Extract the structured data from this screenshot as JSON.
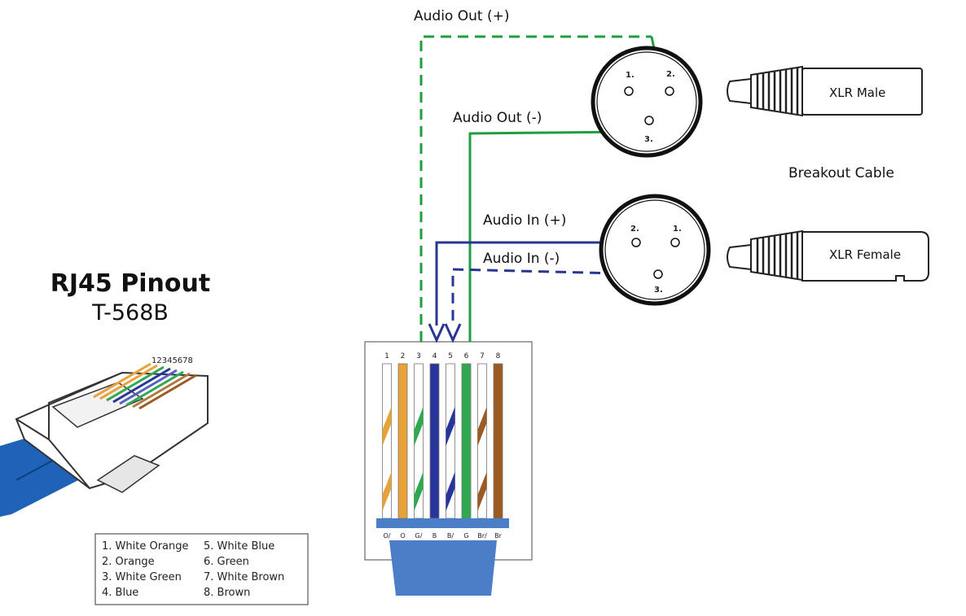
{
  "title": {
    "main": "RJ45 Pinout",
    "standard": "T-568B"
  },
  "plug_pin_numbers": "12345678",
  "legend": {
    "items": [
      "1. White Orange",
      "2. Orange",
      "3. White Green",
      "4. Blue",
      "5. White Blue",
      "6. Green",
      "7. White Brown",
      "8. Brown"
    ]
  },
  "connector": {
    "pin_numbers": [
      "1",
      "2",
      "3",
      "4",
      "5",
      "6",
      "7",
      "8"
    ],
    "pin_codes": [
      "O/",
      "O",
      "G/",
      "B",
      "B/",
      "G",
      "Br/",
      "Br"
    ],
    "wires": [
      {
        "base": "#ffffff",
        "stripe": "#e8a23a"
      },
      {
        "base": "#e8a23a",
        "stripe": null
      },
      {
        "base": "#ffffff",
        "stripe": "#2fa84f"
      },
      {
        "base": "#27349a",
        "stripe": null
      },
      {
        "base": "#ffffff",
        "stripe": "#27349a"
      },
      {
        "base": "#2fa84f",
        "stripe": null
      },
      {
        "base": "#ffffff",
        "stripe": "#9b5b23"
      },
      {
        "base": "#9b5b23",
        "stripe": null
      }
    ],
    "jacket_color": "#4a7fc8"
  },
  "signals": {
    "audio_out_pos": "Audio Out (+)",
    "audio_out_neg": "Audio Out (-)",
    "audio_in_pos": "Audio In (+)",
    "audio_in_neg": "Audio In (-)"
  },
  "xlr_male": {
    "label": "XLR Male",
    "pins": [
      "1.",
      "2.",
      "3."
    ]
  },
  "xlr_female": {
    "label": "XLR Female",
    "pins": [
      "2.",
      "1.",
      "3."
    ]
  },
  "breakout_label": "Breakout Cable",
  "colors": {
    "green": "#1f9e3f",
    "blue": "#283593",
    "cable_blue": "#1e63b8"
  }
}
